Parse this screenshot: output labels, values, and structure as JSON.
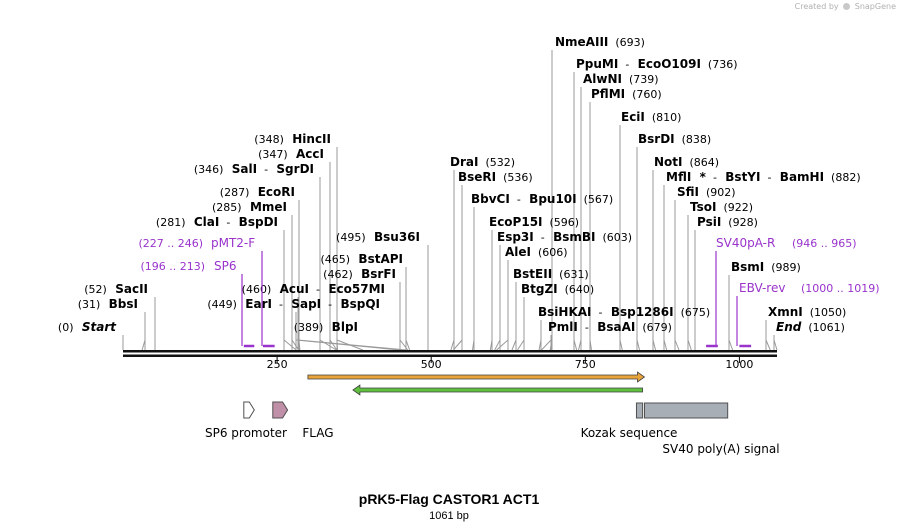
{
  "watermark": {
    "prefix": "Created by",
    "brand": "SnapGene"
  },
  "map_title": "pRK5-Flag CASTOR1 ACT1",
  "map_length": "1061 bp",
  "total_bp": 1061,
  "colors": {
    "text": "#000000",
    "tick": "#808080",
    "primer": "#9933cc",
    "orf_orange": "#e8a33a",
    "orf_green": "#60c040",
    "flag_fill": "#c090a8",
    "kozak_fill": "#a8aeb6"
  },
  "axis_ticks": [
    "250",
    "500",
    "750",
    "1000"
  ],
  "axis_tick_positions": [
    250,
    500,
    750,
    1000
  ],
  "site_labels": [
    {
      "key": "nme",
      "pos": 693,
      "names": [
        {
          "t": "NmeAIII",
          "b": true
        },
        {
          "t": "(693)",
          "b": false
        }
      ]
    },
    {
      "key": "ppu",
      "pos": 736,
      "names": [
        {
          "t": "PpuMI",
          "b": true
        },
        {
          "t": "-",
          "b": false
        },
        {
          "t": "EcoO109I",
          "b": true
        },
        {
          "t": "(736)",
          "b": false
        }
      ]
    },
    {
      "key": "alw",
      "pos": 739,
      "names": [
        {
          "t": "AlwNI",
          "b": true
        },
        {
          "t": "(739)",
          "b": false
        }
      ]
    },
    {
      "key": "pfl",
      "pos": 760,
      "names": [
        {
          "t": "PflMI",
          "b": true
        },
        {
          "t": "(760)",
          "b": false
        }
      ]
    },
    {
      "key": "eci",
      "pos": 810,
      "names": [
        {
          "t": "EciI",
          "b": true
        },
        {
          "t": "(810)",
          "b": false
        }
      ]
    },
    {
      "key": "bsrdi",
      "pos": 838,
      "names": [
        {
          "t": "BsrDI",
          "b": true
        },
        {
          "t": "(838)",
          "b": false
        }
      ]
    },
    {
      "key": "noti",
      "pos": 864,
      "names": [
        {
          "t": "NotI",
          "b": true
        },
        {
          "t": "(864)",
          "b": false
        }
      ]
    },
    {
      "key": "mfl",
      "pos": 882,
      "names": [
        {
          "t": "MflI",
          "b": true
        },
        {
          "t": "*",
          "b": true
        },
        {
          "t": "-",
          "b": false
        },
        {
          "t": "BstYI",
          "b": true
        },
        {
          "t": "-",
          "b": false
        },
        {
          "t": "BamHI",
          "b": true
        },
        {
          "t": "(882)",
          "b": false
        }
      ]
    },
    {
      "key": "sfi",
      "pos": 902,
      "names": [
        {
          "t": "SfiI",
          "b": true
        },
        {
          "t": "(902)",
          "b": false
        }
      ]
    },
    {
      "key": "tso",
      "pos": 922,
      "names": [
        {
          "t": "TsoI",
          "b": true
        },
        {
          "t": "(922)",
          "b": false
        }
      ]
    },
    {
      "key": "psi",
      "pos": 928,
      "names": [
        {
          "t": "PsiI",
          "b": true
        },
        {
          "t": "(928)",
          "b": false
        }
      ]
    },
    {
      "key": "bsm",
      "pos": 989,
      "names": [
        {
          "t": "BsmI",
          "b": true
        },
        {
          "t": "(989)",
          "b": false
        }
      ]
    },
    {
      "key": "xmn",
      "pos": 1050,
      "names": [
        {
          "t": "XmnI",
          "b": true
        },
        {
          "t": "(1050)",
          "b": false
        }
      ]
    },
    {
      "key": "end",
      "pos": 1061,
      "names": [
        {
          "t": "End",
          "b": true,
          "i": true
        },
        {
          "t": "(1061)",
          "b": false
        }
      ]
    },
    {
      "key": "dra",
      "pos": 532,
      "names": [
        {
          "t": "DraI",
          "b": true
        },
        {
          "t": "(532)",
          "b": false
        }
      ]
    },
    {
      "key": "bseri",
      "pos": 536,
      "names": [
        {
          "t": "BseRI",
          "b": true
        },
        {
          "t": "(536)",
          "b": false
        }
      ]
    },
    {
      "key": "bbv",
      "pos": 567,
      "names": [
        {
          "t": "BbvCI",
          "b": true
        },
        {
          "t": "-",
          "b": false
        },
        {
          "t": "Bpu10I",
          "b": true
        },
        {
          "t": "(567)",
          "b": false
        }
      ]
    },
    {
      "key": "ecop",
      "pos": 596,
      "names": [
        {
          "t": "EcoP15I",
          "b": true
        },
        {
          "t": "(596)",
          "b": false
        }
      ]
    },
    {
      "key": "esp",
      "pos": 603,
      "names": [
        {
          "t": "Esp3I",
          "b": true
        },
        {
          "t": "-",
          "b": false
        },
        {
          "t": "BsmBI",
          "b": true
        },
        {
          "t": "(603)",
          "b": false
        }
      ]
    },
    {
      "key": "ale",
      "pos": 606,
      "names": [
        {
          "t": "AleI",
          "b": true
        },
        {
          "t": "(606)",
          "b": false
        }
      ]
    },
    {
      "key": "bstEII",
      "pos": 631,
      "names": [
        {
          "t": "BstEII",
          "b": true
        },
        {
          "t": "(631)",
          "b": false
        }
      ]
    },
    {
      "key": "btg",
      "pos": 640,
      "names": [
        {
          "t": "BtgZI",
          "b": true
        },
        {
          "t": "(640)",
          "b": false
        }
      ]
    },
    {
      "key": "bsihk",
      "pos": 675,
      "names": [
        {
          "t": "BsiHKAI",
          "b": true
        },
        {
          "t": "-",
          "b": false
        },
        {
          "t": "Bsp1286I",
          "b": true
        },
        {
          "t": "(675)",
          "b": false
        }
      ]
    },
    {
      "key": "pml",
      "pos": 679,
      "names": [
        {
          "t": "PmlI",
          "b": true
        },
        {
          "t": "-",
          "b": false
        },
        {
          "t": "BsaAI",
          "b": true
        },
        {
          "t": "(679)",
          "b": false
        }
      ]
    },
    {
      "key": "hinc",
      "pos": 348,
      "names": [
        {
          "t": "(348)",
          "b": false
        },
        {
          "t": "HincII",
          "b": true
        }
      ]
    },
    {
      "key": "acc",
      "pos": 347,
      "names": [
        {
          "t": "(347)",
          "b": false
        },
        {
          "t": "AccI",
          "b": true
        }
      ]
    },
    {
      "key": "sal",
      "pos": 346,
      "names": [
        {
          "t": "(346)",
          "b": false
        },
        {
          "t": "SalI",
          "b": true
        },
        {
          "t": "-",
          "b": false
        },
        {
          "t": "SgrDI",
          "b": true
        }
      ]
    },
    {
      "key": "ecori",
      "pos": 287,
      "names": [
        {
          "t": "(287)",
          "b": false
        },
        {
          "t": "EcoRI",
          "b": true
        }
      ]
    },
    {
      "key": "mme",
      "pos": 285,
      "names": [
        {
          "t": "(285)",
          "b": false
        },
        {
          "t": "MmeI",
          "b": true
        }
      ]
    },
    {
      "key": "cla",
      "pos": 281,
      "names": [
        {
          "t": "(281)",
          "b": false
        },
        {
          "t": "ClaI",
          "b": true
        },
        {
          "t": "-",
          "b": false
        },
        {
          "t": "BspDI",
          "b": true
        }
      ]
    },
    {
      "key": "bsu",
      "pos": 495,
      "names": [
        {
          "t": "(495)",
          "b": false
        },
        {
          "t": "Bsu36I",
          "b": true
        }
      ]
    },
    {
      "key": "bstapi",
      "pos": 465,
      "names": [
        {
          "t": "(465)",
          "b": false
        },
        {
          "t": "BstAPI",
          "b": true
        }
      ]
    },
    {
      "key": "bsrfi",
      "pos": 462,
      "names": [
        {
          "t": "(462)",
          "b": false
        },
        {
          "t": "BsrFI",
          "b": true
        }
      ]
    },
    {
      "key": "acu",
      "pos": 460,
      "names": [
        {
          "t": "(460)",
          "b": false
        },
        {
          "t": "AcuI",
          "b": true
        },
        {
          "t": "-",
          "b": false
        },
        {
          "t": "Eco57MI",
          "b": true
        }
      ]
    },
    {
      "key": "ear",
      "pos": 449,
      "names": [
        {
          "t": "(449)",
          "b": false
        },
        {
          "t": "EarI",
          "b": true
        },
        {
          "t": "-",
          "b": false
        },
        {
          "t": "SapI",
          "b": true
        },
        {
          "t": "-",
          "b": false
        },
        {
          "t": "BspQI",
          "b": true
        }
      ]
    },
    {
      "key": "blp",
      "pos": 389,
      "names": [
        {
          "t": "(389)",
          "b": false
        },
        {
          "t": "BlpI",
          "b": true
        }
      ]
    },
    {
      "key": "sac",
      "pos": 52,
      "names": [
        {
          "t": "(52)",
          "b": false
        },
        {
          "t": "SacII",
          "b": true
        }
      ]
    },
    {
      "key": "bbs",
      "pos": 31,
      "names": [
        {
          "t": "(31)",
          "b": false
        },
        {
          "t": "BbsI",
          "b": true
        }
      ]
    },
    {
      "key": "start",
      "pos": 0,
      "names": [
        {
          "t": "(0)",
          "b": false
        },
        {
          "t": "Start",
          "b": true,
          "i": true
        }
      ]
    }
  ],
  "primers": [
    {
      "key": "pmt2f",
      "label": "pMT2-F",
      "range": "(227 .. 246)",
      "start": 227,
      "end": 246,
      "strand": "fwd"
    },
    {
      "key": "sp6",
      "label": "SP6",
      "range": "(196 .. 213)",
      "start": 196,
      "end": 213,
      "strand": "fwd"
    },
    {
      "key": "sv40pa",
      "label": "SV40pA-R",
      "range": "(946 .. 965)",
      "start": 946,
      "end": 965,
      "strand": "rev"
    },
    {
      "key": "ebv",
      "label": "EBV-rev",
      "range": "(1000 .. 1019)",
      "start": 1000,
      "end": 1019,
      "strand": "rev"
    }
  ],
  "features": [
    {
      "key": "sp6-promoter",
      "label": "SP6 promoter",
      "start": 196,
      "end": 213,
      "shape": "arrow",
      "color": "#ffffff"
    },
    {
      "key": "flag",
      "label": "FLAG",
      "start": 243,
      "end": 267,
      "shape": "arrow",
      "color": "#c090a8"
    },
    {
      "key": "kozak",
      "label": "Kozak sequence",
      "start": 833,
      "end": 843,
      "shape": "box",
      "color": "#a8aeb6"
    },
    {
      "key": "sv40-polya",
      "label": "SV40 poly(A) signal",
      "start": 846,
      "end": 981,
      "shape": "box",
      "color": "#a8aeb6"
    }
  ],
  "orfs": [
    {
      "key": "orf-forward",
      "start": 300,
      "end": 846,
      "strand": "fwd",
      "color": "#e8a33a"
    },
    {
      "key": "orf-reverse",
      "start": 373,
      "end": 843,
      "strand": "rev",
      "color": "#60c040"
    }
  ]
}
